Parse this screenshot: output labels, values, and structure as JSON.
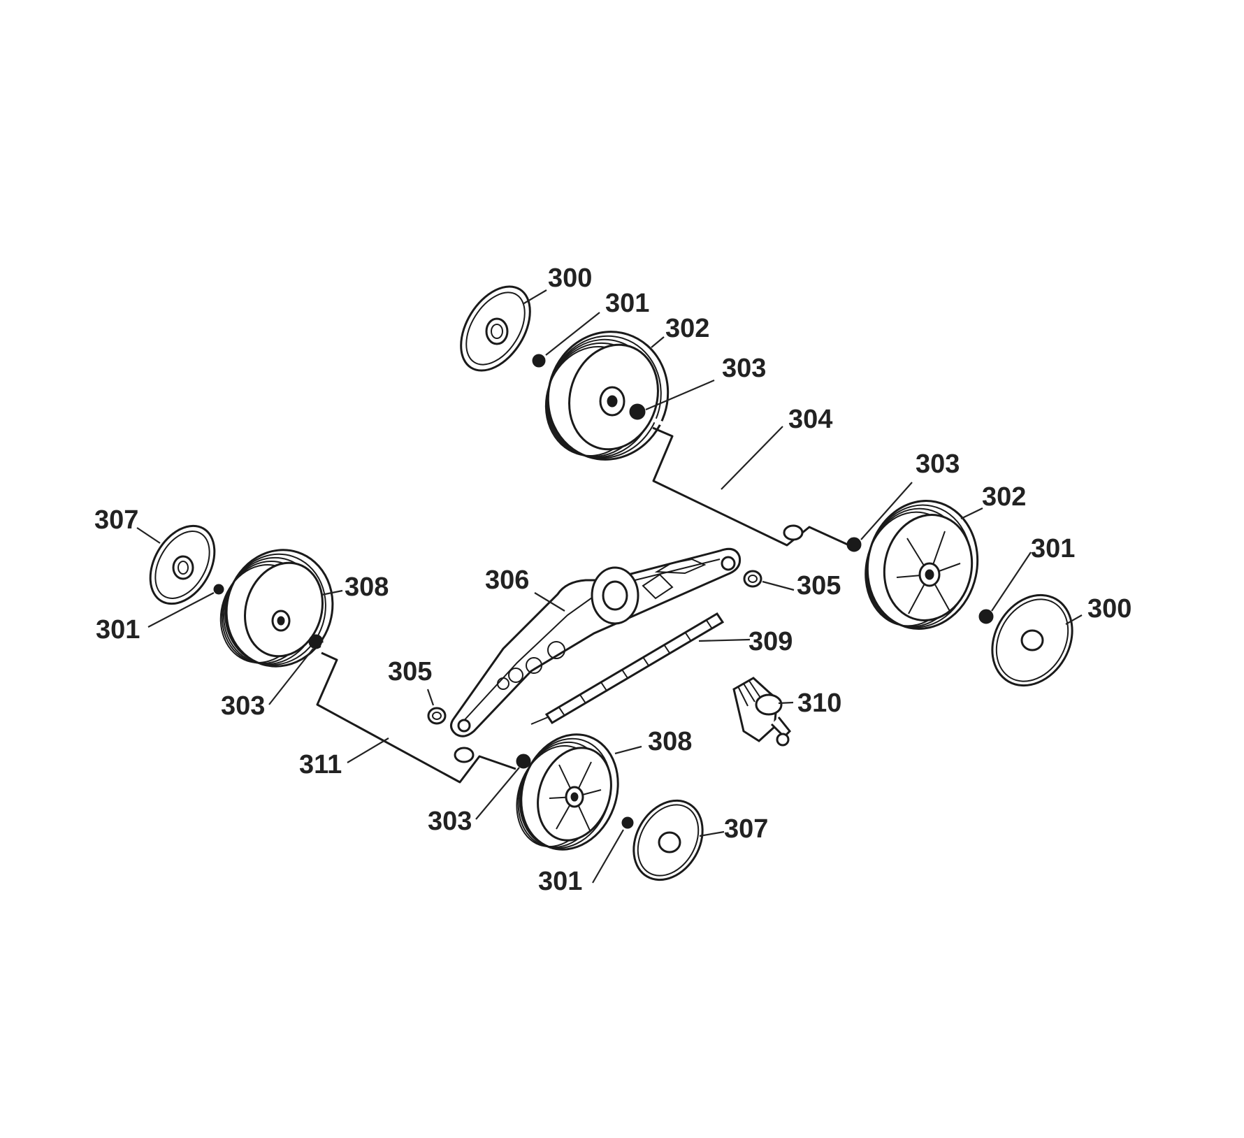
{
  "colors": {
    "background": "#ffffff",
    "ink": "#1a1a1a",
    "label": "#222222"
  },
  "callouts": {
    "c300_top": "300",
    "c301_top": "301",
    "c302_top": "302",
    "c303_top": "303",
    "c304": "304",
    "c303_right": "303",
    "c302_right": "302",
    "c301_right": "301",
    "c300_right": "300",
    "c307_left": "307",
    "c301_left": "301",
    "c308_left": "308",
    "c306": "306",
    "c305_right": "305",
    "c309": "309",
    "c305_left": "305",
    "c303_left": "303",
    "c310": "310",
    "c308_bottom": "308",
    "c311": "311",
    "c303_bottom": "303",
    "c307_bottom": "307",
    "c301_bottom": "301"
  }
}
